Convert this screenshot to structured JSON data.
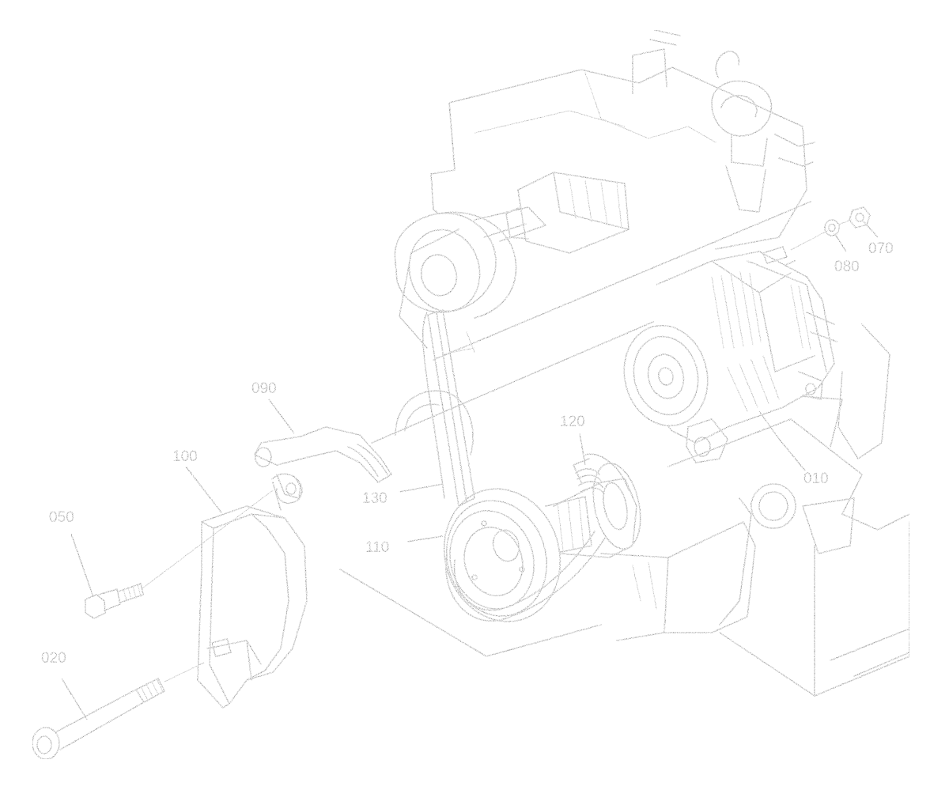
{
  "callouts": [
    {
      "id": "010",
      "text": "010",
      "part": "alternator"
    },
    {
      "id": "020",
      "text": "020",
      "part": "long-bolt"
    },
    {
      "id": "050",
      "text": "050",
      "part": "short-bolt"
    },
    {
      "id": "070",
      "text": "070",
      "part": "nut"
    },
    {
      "id": "080",
      "text": "080",
      "part": "washer"
    },
    {
      "id": "090",
      "text": "090",
      "part": "adjusting-bracket"
    },
    {
      "id": "100",
      "text": "100",
      "part": "belt-cover"
    },
    {
      "id": "110",
      "text": "110",
      "part": "fan-belt"
    },
    {
      "id": "120",
      "text": "120",
      "part": "spring"
    },
    {
      "id": "130",
      "text": "130",
      "part": "fan-belt"
    }
  ]
}
